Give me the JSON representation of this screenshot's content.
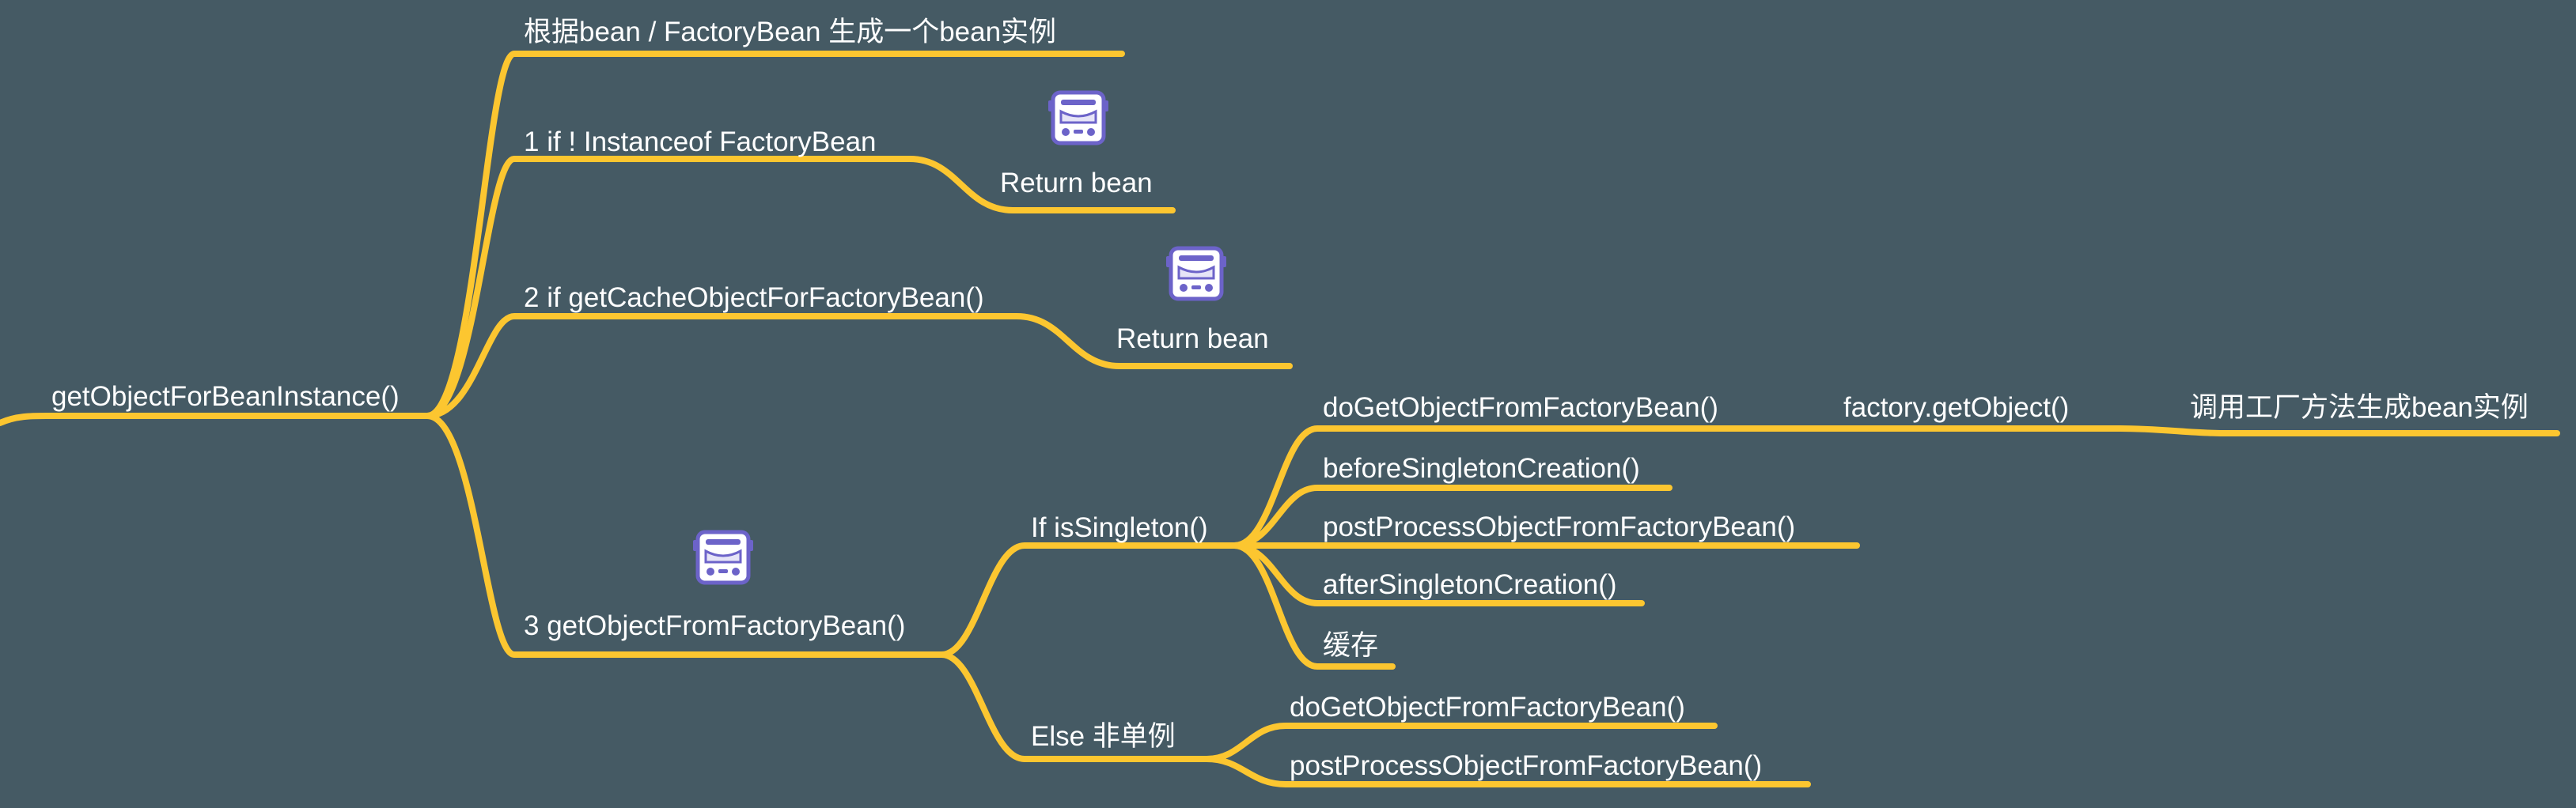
{
  "root": {
    "label": "getObjectForBeanInstance()"
  },
  "branches": {
    "generate": {
      "label": "根据bean / FactoryBean 生成一个bean实例"
    },
    "step1": {
      "label": "1 if ! Instanceof FactoryBean",
      "child": "Return bean",
      "icon": "bus-icon"
    },
    "step2": {
      "label": "2 if getCacheObjectForFactoryBean()",
      "child": "Return bean",
      "icon": "bus-icon"
    },
    "step3": {
      "label": "3 getObjectFromFactoryBean()",
      "icon": "bus-icon",
      "singleton": {
        "label": "If isSingleton()",
        "do_get": "doGetObjectFromFactoryBean()",
        "factory_get": "factory.getObject()",
        "factory_note": "调用工厂方法生成bean实例",
        "before": "beforeSingletonCreation()",
        "post": "postProcessObjectFromFactoryBean()",
        "after": "afterSingletonCreation()",
        "cache": "缓存"
      },
      "non_singleton": {
        "label": "Else 非单例",
        "do_get": "doGetObjectFromFactoryBean()",
        "post": "postProcessObjectFromFactoryBean()"
      }
    }
  },
  "colors": {
    "background": "#455a64",
    "edge": "#fcc630",
    "text": "#ffffff",
    "icon": "#6c63c9"
  }
}
